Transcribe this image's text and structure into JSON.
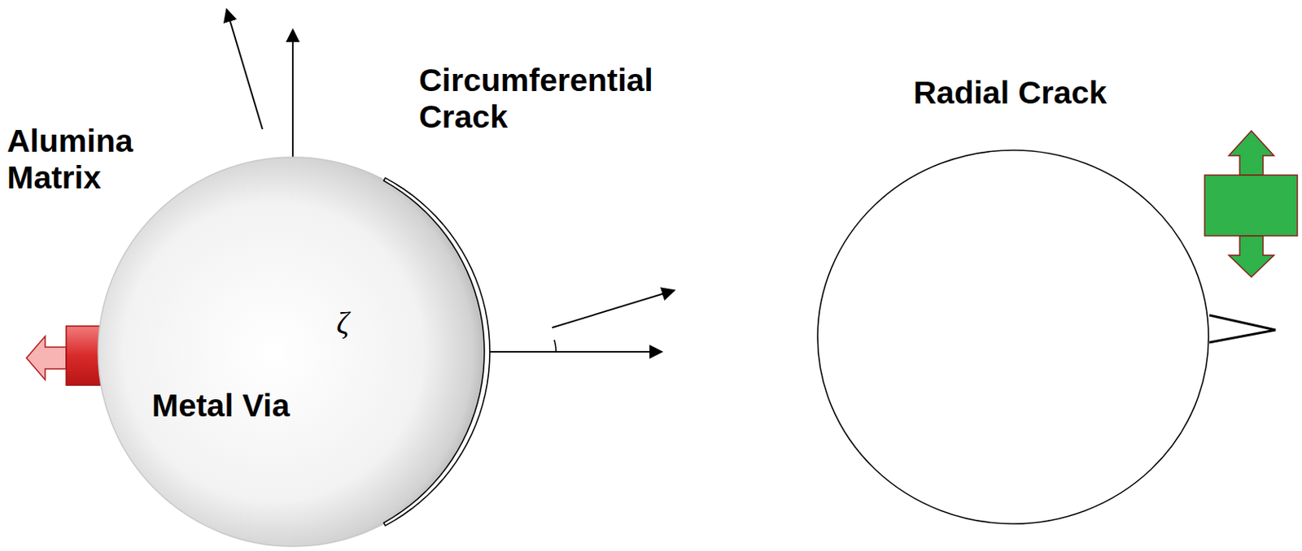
{
  "diagram": {
    "nodes": [
      {
        "text": [
          "Metal Via"
        ]
      }
    ],
    "labels": [
      "Alumina Matrix",
      "Circumferential Crack",
      "ζ",
      "Radial Crack"
    ]
  }
}
